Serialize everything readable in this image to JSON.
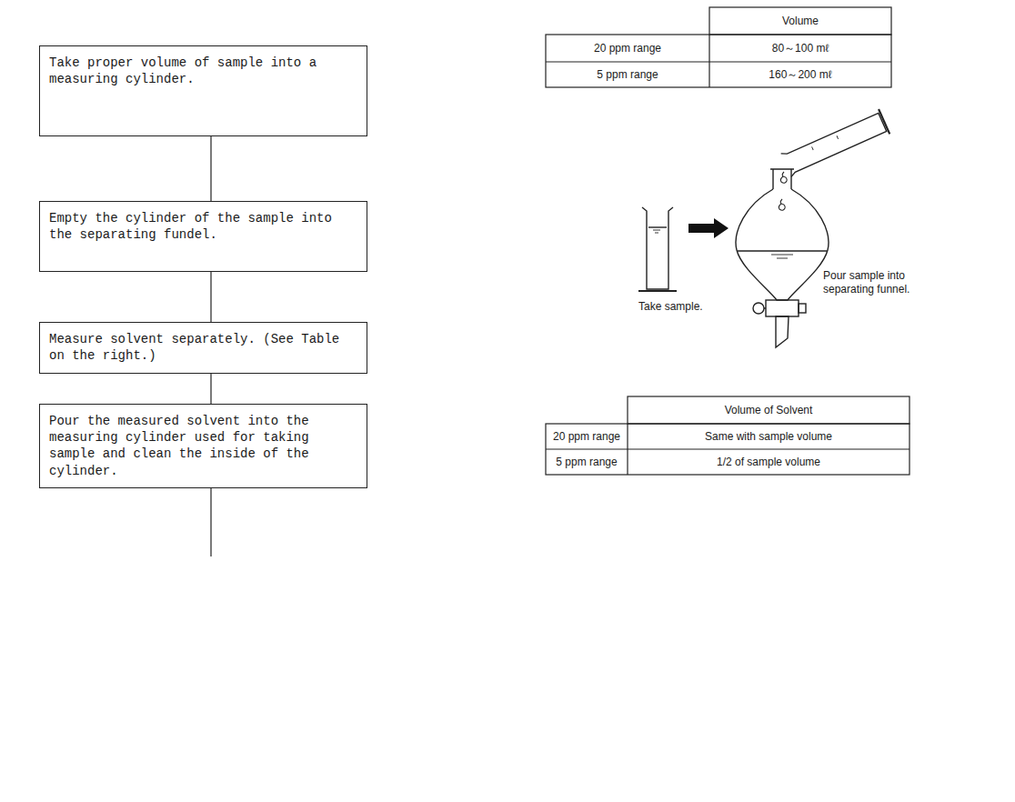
{
  "diagram": {
    "nodes": [
      {
        "text": [
          "Take proper volume of sample into a measuring cylinder."
        ]
      },
      {
        "text": [
          "Empty the cylinder of the sample into the separating fundel."
        ]
      },
      {
        "text": [
          "Measure solvent separately. (See Table on the right.)"
        ]
      },
      {
        "text": [
          "Pour the measured solvent into the measuring cylinder used for taking sample and clean the inside of the cylinder."
        ]
      }
    ],
    "edges": [
      {
        "from": 0,
        "to": 1,
        "arrow": "none"
      },
      {
        "from": 1,
        "to": 2,
        "arrow": "none"
      },
      {
        "from": 2,
        "to": 3,
        "arrow": "none"
      }
    ],
    "labels": [
      "Volume",
      "20 ppm range",
      "80～100 mℓ",
      "5 ppm range",
      "160～200 mℓ",
      "Take sample.",
      "Pour sample into separating funnel.",
      "Volume of Solvent",
      "20 ppm range",
      "Same with sample volume",
      "5 ppm range",
      "1/2 of sample volume"
    ]
  }
}
